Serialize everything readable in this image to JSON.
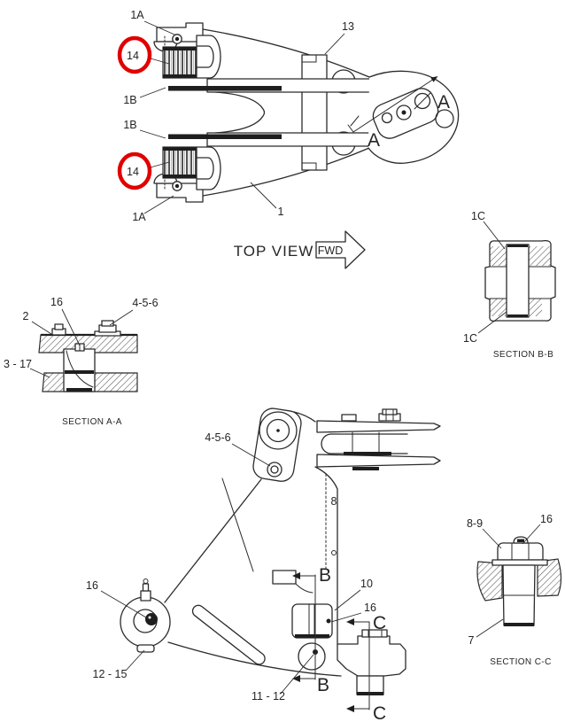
{
  "page": {
    "background": "#ffffff"
  },
  "colors": {
    "line": "#2b2b2b",
    "highlight_red": "#e00000",
    "fill": "#ffffff"
  },
  "top_view": {
    "caption": "TOP VIEW",
    "fwd_arrow_label": "FWD",
    "labels": {
      "l1a_top": "1A",
      "l14_top": "14",
      "l1b_upper": "1B",
      "l1b_lower": "1B",
      "l14_bottom": "14",
      "l1a_bottom": "1A",
      "l13": "13",
      "l1": "1",
      "a_right": "A",
      "a_left": "A"
    },
    "highlights": [
      {
        "target": "14",
        "shape": "red-ellipse"
      },
      {
        "target": "14",
        "shape": "red-ellipse"
      }
    ]
  },
  "section_aa": {
    "caption": "SECTION A-A",
    "labels": {
      "l2": "2",
      "l16": "16",
      "l456": "4-5-6",
      "l317": "3 - 17"
    }
  },
  "section_bb": {
    "caption": "SECTION B-B",
    "labels": {
      "l1c_top": "1C",
      "l1c_bottom": "1C"
    }
  },
  "side_view": {
    "labels": {
      "l456": "4-5-6",
      "l8": "8",
      "l16_left": "16",
      "l10": "10",
      "l16_right": "16",
      "l1215": "12 - 15",
      "l1112": "11 - 12",
      "b_top": "B",
      "b_bottom": "B",
      "c_top": "C",
      "c_bottom": "C"
    }
  },
  "section_cc": {
    "caption": "SECTION C-C",
    "labels": {
      "l89": "8-9",
      "l16": "16",
      "l7": "7"
    }
  }
}
